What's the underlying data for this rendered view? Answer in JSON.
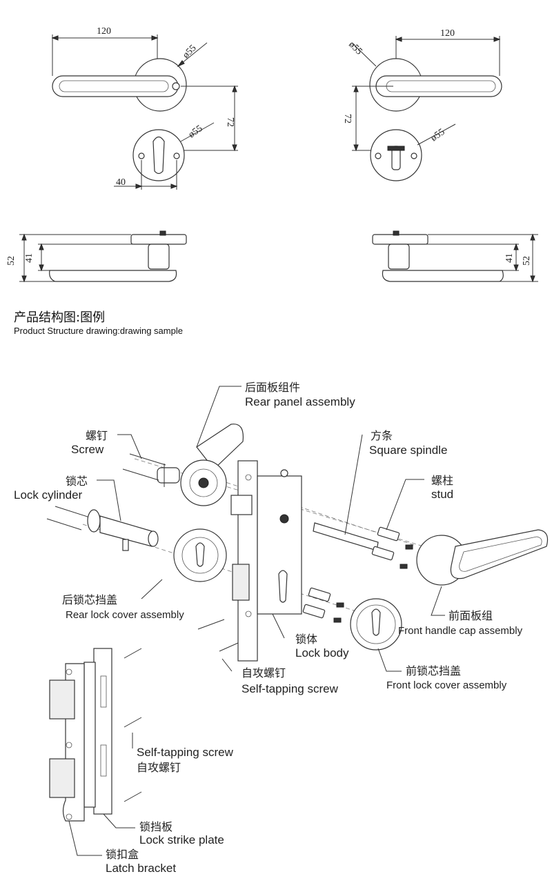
{
  "dimensions": {
    "left_top_width": "120",
    "left_rose_dia": "ø55",
    "left_height": "72",
    "left_escutcheon_dia": "ø55",
    "left_offset": "40",
    "right_top_width": "120",
    "right_rose_dia": "ø55",
    "right_height": "72",
    "right_escutcheon_dia": "ø55",
    "left_side_total": "52",
    "left_side_inner": "41",
    "right_side_inner": "41",
    "right_side_total": "52"
  },
  "heading": {
    "zh": "产品结构图:图例",
    "en": "Product Structure drawing:drawing sample"
  },
  "labels": {
    "rear_panel": {
      "zh": "后面板组件",
      "en": "Rear panel assembly"
    },
    "screw": {
      "zh": "螺钉",
      "en": "Screw"
    },
    "lock_cylinder": {
      "zh": "锁芯",
      "en": "Lock cylinder"
    },
    "rear_lock_cover": {
      "zh": "后锁芯挡盖",
      "en": "Rear lock cover assembly"
    },
    "square_spindle": {
      "zh": "方条",
      "en": "Square spindle"
    },
    "stud": {
      "zh": "螺柱",
      "en": "stud"
    },
    "front_handle": {
      "zh": "前面板组",
      "en": "Front handle cap assembly"
    },
    "lock_body": {
      "zh": "锁体",
      "en": "Lock body"
    },
    "front_lock_cover": {
      "zh": "前锁芯挡盖",
      "en": "Front lock cover assembly"
    },
    "self_tapping_1": {
      "zh": "自攻螺钉",
      "en": "Self-tapping screw"
    },
    "self_tapping_2": {
      "en": "Self-tapping screw",
      "zh": "自攻螺钉"
    },
    "strike_plate": {
      "zh": "锁挡板",
      "en": "Lock strike plate"
    },
    "latch_bracket": {
      "zh": "锁扣盒",
      "en": "Latch bracket"
    }
  },
  "colors": {
    "line": "#333333",
    "background": "#ffffff"
  }
}
